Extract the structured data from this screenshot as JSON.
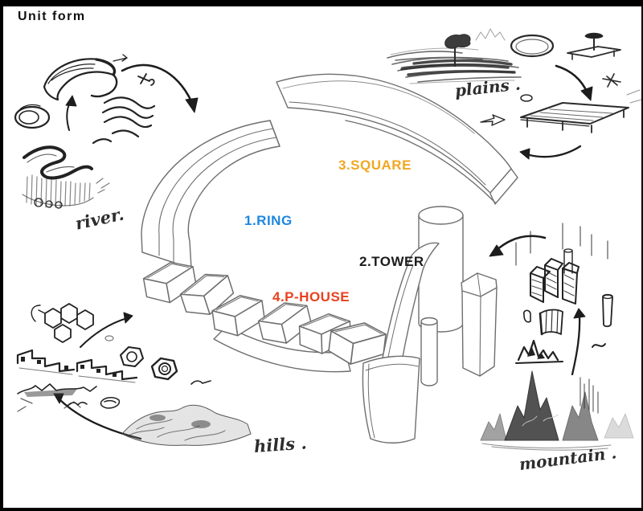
{
  "page": {
    "title": "Unit form"
  },
  "colors": {
    "frame": "#000000",
    "paper": "#ffffff",
    "ink": "#1c1c1c",
    "diagram_line": "#6e6e6e",
    "ring": "#1e87e0",
    "tower": "#1c1c1c",
    "square": "#f1a722",
    "p_house": "#e9411f"
  },
  "labels": {
    "ring": {
      "text": "1.RING",
      "color": "#1e87e0"
    },
    "tower": {
      "text": "2.TOWER",
      "color": "#1c1c1c"
    },
    "square": {
      "text": "3.SQUARE",
      "color": "#f1a722"
    },
    "p_house": {
      "text": "4.P-HOUSE",
      "color": "#e9411f"
    }
  },
  "sketches": {
    "river": {
      "label": "river."
    },
    "plains": {
      "label": "plains ."
    },
    "hills": {
      "label": "hills ."
    },
    "mountain": {
      "label": "mountain ."
    }
  }
}
